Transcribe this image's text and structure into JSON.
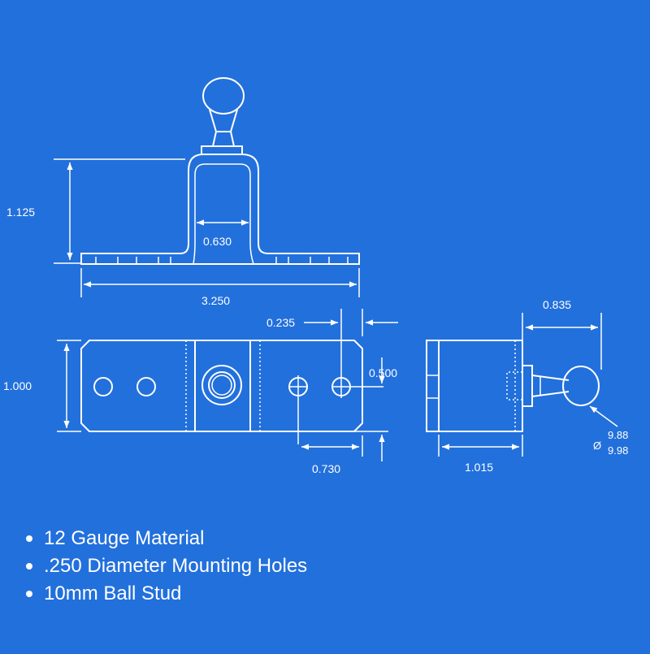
{
  "dimensions": {
    "height_front": "1.125",
    "stud_gap": "0.630",
    "overall_length": "3.250",
    "hole_offset": "0.235",
    "width_top": "1.000",
    "hole_spacing_y": "0.500",
    "hole_spacing_x": "0.730",
    "side_offset": "0.835",
    "side_depth": "1.015",
    "ball_dia_symbol": "Ø",
    "ball_dia_min": "9.88",
    "ball_dia_max": "9.98"
  },
  "notes": [
    "12 Gauge Material",
    ".250 Diameter Mounting Holes",
    "10mm Ball Stud"
  ],
  "colors": {
    "background": "#2270dc",
    "line": "#ffffff"
  }
}
